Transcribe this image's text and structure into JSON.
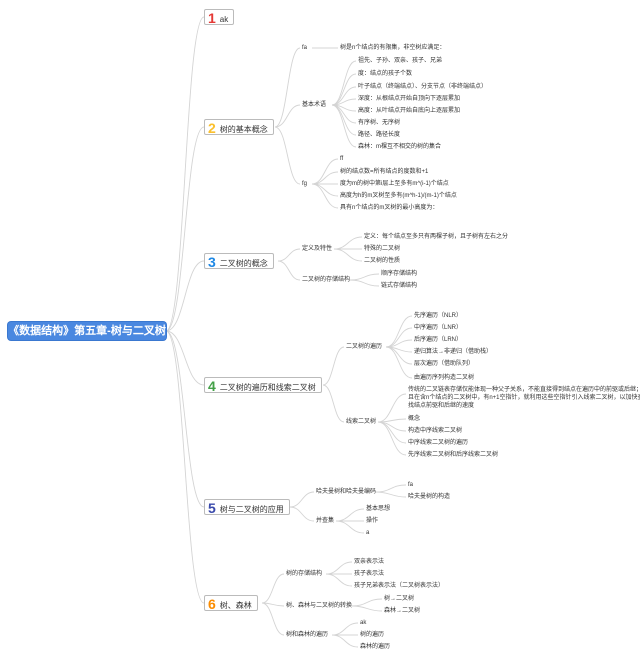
{
  "root": "《数据结构》第五章-树与二叉树",
  "colors": {
    "line": "#d4d4d4",
    "root_bg": "#4a88e0",
    "n1": "#e53935",
    "n2": "#fbc02d",
    "n3": "#1e88e5",
    "n4": "#43a047",
    "n5": "#3949ab",
    "n6": "#fb8c00"
  },
  "branches": [
    {
      "num": "1",
      "label": "ak"
    },
    {
      "num": "2",
      "label": "树的基本概念"
    },
    {
      "num": "3",
      "label": "二叉树的概念"
    },
    {
      "num": "4",
      "label": "二叉树的遍历和线索二叉树"
    },
    {
      "num": "5",
      "label": "树与二叉树的应用"
    },
    {
      "num": "6",
      "label": "树、森林"
    }
  ],
  "b2": {
    "fa": "fa",
    "fa_def": "树是n个结点的有限集，非空树应满足：",
    "terms": "基本术语",
    "term_items": [
      "祖先、子孙、双亲、孩子、兄弟",
      "度：结点的孩子个数",
      "叶子结点（终端结点）、分支节点（非终端结点）",
      "深度：从根结点开始自顶向下逐层累加",
      "高度：从叶结点开始自底向上逐层累加",
      "有序树、无序树",
      "路径、路径长度",
      "森林：m棵互不相交的树的集合"
    ],
    "fg": "fg",
    "fg_items": [
      "ff",
      "树的结点数=所有结点的度数和+1",
      "度为m的树中第i层上至多有m^(i-1)个结点",
      "高度为h的m叉树至多有(m^h-1)/(m-1)个结点",
      "具有n个结点的m叉树的最小高度为："
    ]
  },
  "b3": {
    "def": "定义及特性",
    "def_items": [
      "定义：每个结点至多只有两棵子树，且子树有左右之分",
      "特殊的二叉树",
      "二叉树的性质"
    ],
    "storage": "二叉树的存储结构",
    "storage_items": [
      "顺序存储结构",
      "链式存储结构"
    ]
  },
  "b4": {
    "trav": "二叉树的遍历",
    "trav_items": [
      "先序遍历（NLR）",
      "中序遍历（LNR）",
      "后序遍历（LRN）",
      "递归算法→非递归（借助栈）",
      "层次遍历（借助队列）",
      "由遍历序列构造二叉树"
    ],
    "thread": "线索二叉树",
    "thread_items": [
      "传统的二叉链表存储仅能体现一种父子关系，不能直接得到结点在遍历中的前驱或后继；且在含n个结点的二叉树中，有n+1空指针，就利用这些空指针引入线索二叉树，以加快查找结点前驱和后继的速度",
      "概念",
      "构造中序线索二叉树",
      "中序线索二叉树的遍历",
      "先序线索二叉树和后序线索二叉树"
    ]
  },
  "b5": {
    "huff": "哈夫曼树和哈夫曼编码",
    "huff_items": [
      "fa",
      "哈夫曼树的构造"
    ],
    "uf": "并查集",
    "uf_items": [
      "基本思想",
      "操作",
      "a"
    ]
  },
  "b6": {
    "st": "树的存储结构",
    "st_items": [
      "双亲表示法",
      "孩子表示法",
      "孩子兄弟表示法（二叉树表示法）"
    ],
    "conv": "树、森林与二叉树的转换",
    "conv_items": [
      "树→二叉树",
      "森林→二叉树"
    ],
    "trav": "树和森林的遍历",
    "trav_items": [
      "ak",
      "树的遍历",
      "森林的遍历"
    ]
  }
}
